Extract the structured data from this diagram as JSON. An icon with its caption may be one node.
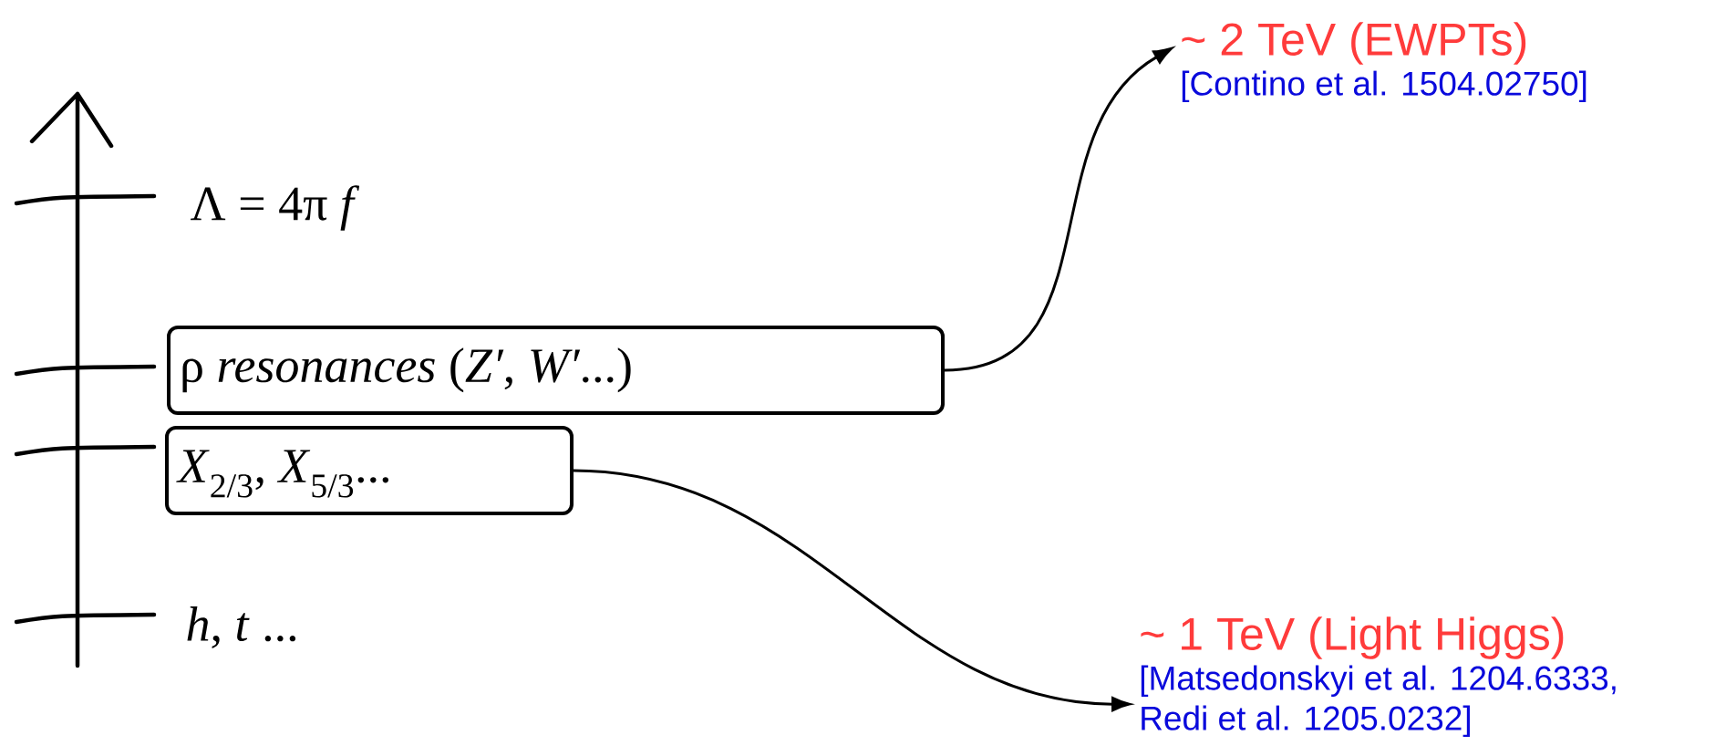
{
  "diagram": {
    "nodes": [
      {
        "text": [
          "ρ  *resonances*  (*Z′*, *W′*...)"
        ]
      },
      {
        "text": [
          "*X*$_{2/3}$, *X*$_{5/3}$..."
        ]
      },
      {
        "text": [
          "~ 2 TeV (EWPTs)",
          "[Contino et al. 1504.02750]"
        ]
      },
      {
        "text": [
          "~ 1 TeV (Light Higgs)",
          "[Matsedonskyi et al. 1204.6333, Redi et al. 1205.0232]"
        ]
      }
    ],
    "edges": [
      {
        "from": 0,
        "to": 2,
        "arrow": "to"
      },
      {
        "from": 1,
        "to": 3,
        "arrow": "to"
      }
    ],
    "labels": [
      "Λ = 4π *f*",
      "*h*, *t* ..."
    ]
  }
}
